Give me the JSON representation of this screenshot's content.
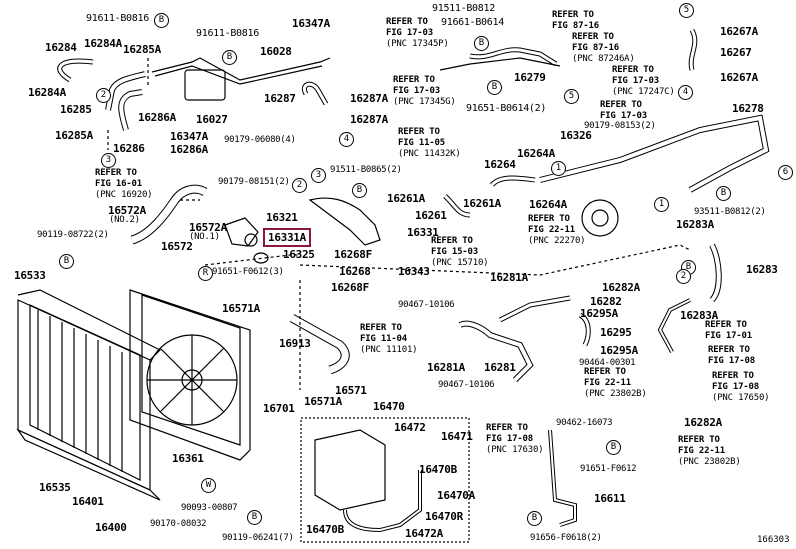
{
  "diagram": {
    "highlighted_part": "16331A",
    "highlight_color": "#8b1a3a",
    "figure_number": "166303",
    "part_labels": [
      "91611-B0816",
      "16284",
      "16284A",
      "16285A",
      "16284A",
      "16285",
      "16285A",
      "16286",
      "16286A",
      "16286A",
      "91611-B0816",
      "16347A",
      "16028",
      "16027",
      "16347A",
      "90179-06080(4)",
      "16287",
      "16287A",
      "16287A",
      "91511-B0812",
      "91661-B0614",
      "16279",
      "91651-B0614(2)",
      "16267A",
      "16267",
      "16267A",
      "16278",
      "93511-B0812(2)",
      "90179-08153(2)",
      "16326",
      "90179-08151(2)",
      "16572A",
      "(NO.2)",
      "16572A",
      "(NO.1)",
      "16572",
      "16321",
      "16331A",
      "16325",
      "90119-08722(2)",
      "16533",
      "91651-F0612(3)",
      "91511-B0865(2)",
      "16331",
      "16268F",
      "16268",
      "16268F",
      "16343",
      "16264",
      "16264A",
      "16261A",
      "16261",
      "16261A",
      "16264A",
      "16283A",
      "16283",
      "16282A",
      "16282",
      "16283A",
      "16295A",
      "16295",
      "16295A",
      "90464-00301",
      "16281A",
      "90467-10106",
      "16281A",
      "16281",
      "90467-10106",
      "16571A",
      "16913",
      "16571",
      "16571A",
      "16701",
      "16470",
      "16472",
      "16471",
      "16470B",
      "16470A",
      "16470R",
      "16470B",
      "16472A",
      "16361",
      "16535",
      "16401",
      "16400",
      "90093-00807",
      "90170-08032",
      "90119-06241(7)",
      "90462-16073",
      "91651-F0612",
      "16611",
      "91656-F0618(2)",
      "16282A"
    ],
    "refer_notes": [
      {
        "id": "r1",
        "line1": "REFER TO",
        "line2": "FIG 16-01",
        "pnc": "(PNC 16920)"
      },
      {
        "id": "r2",
        "line1": "REFER TO",
        "line2": "FIG 17-03",
        "pnc": "(PNC 17345P)"
      },
      {
        "id": "r3",
        "line1": "REFER TO",
        "line2": "FIG 17-03",
        "pnc": "(PNC 17345G)"
      },
      {
        "id": "r4",
        "line1": "REFER TO",
        "line2": "FIG 87-16",
        "pnc": ""
      },
      {
        "id": "r5",
        "line1": "REFER TO",
        "line2": "FIG 87-16",
        "pnc": "(PNC 87246A)"
      },
      {
        "id": "r6",
        "line1": "REFER TO",
        "line2": "FIG 17-03",
        "pnc": "(PNC 17247C)"
      },
      {
        "id": "r7",
        "line1": "REFER TO",
        "line2": "FIG 17-03",
        "pnc": ""
      },
      {
        "id": "r8",
        "line1": "REFER TO",
        "line2": "FIG 11-05",
        "pnc": "(PNC 11432K)"
      },
      {
        "id": "r9",
        "line1": "REFER TO",
        "line2": "FIG 22-11",
        "pnc": "(PNC 22270)"
      },
      {
        "id": "r10",
        "line1": "REFER TO",
        "line2": "FIG 15-03",
        "pnc": "(PNC 15710)"
      },
      {
        "id": "r11",
        "line1": "REFER TO",
        "line2": "FIG 11-04",
        "pnc": "(PNC 11101)"
      },
      {
        "id": "r12",
        "line1": "REFER TO",
        "line2": "FIG 17-01",
        "pnc": ""
      },
      {
        "id": "r13",
        "line1": "REFER TO",
        "line2": "FIG 17-08",
        "pnc": ""
      },
      {
        "id": "r14",
        "line1": "REFER TO",
        "line2": "FIG 17-08",
        "pnc": "(PNC 17650)"
      },
      {
        "id": "r15",
        "line1": "REFER TO",
        "line2": "FIG 22-11",
        "pnc": "(PNC 23802B)"
      },
      {
        "id": "r16",
        "line1": "REFER TO",
        "line2": "FIG 17-08",
        "pnc": "(PNC 17630)"
      },
      {
        "id": "r17",
        "line1": "REFER TO",
        "line2": "FIG 22-11",
        "pnc": "(PNC 23802B)"
      }
    ],
    "circle_markers": [
      "B",
      "2",
      "3",
      "B",
      "4",
      "B",
      "B",
      "5",
      "5",
      "4",
      "6",
      "B",
      "1",
      "1",
      "2",
      "3",
      "B",
      "B",
      "B",
      "2",
      "R",
      "W",
      "B",
      "B",
      "B"
    ]
  }
}
